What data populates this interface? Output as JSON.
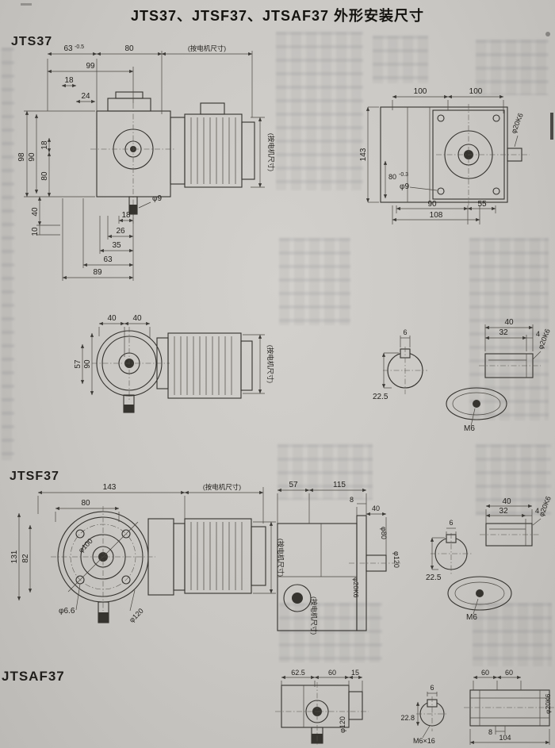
{
  "page": {
    "title": "JTS37、JTSF37、JTSAF37 外形安装尺寸"
  },
  "sections": {
    "jts37_label": "JTS37",
    "jtsf37_label": "JTSF37",
    "jtsaf37_label": "JTSAF37"
  },
  "jts37_side": {
    "w63": "63",
    "w63_tol": "-0.5",
    "w80": "80",
    "motor_note": "(按电机尺寸)",
    "w99": "99",
    "w18_top": "18",
    "w24": "24",
    "h98": "98",
    "h90": "90",
    "h18": "18",
    "h80": "80",
    "h40": "40",
    "h10": "10",
    "hole": "φ9",
    "b18": "18",
    "b26": "26",
    "b35": "35",
    "b63": "63",
    "b89": "89",
    "motor_note_v": "(按电机尺寸)"
  },
  "jts37_top": {
    "w100a": "100",
    "w100b": "100",
    "h143": "143",
    "h80": "80",
    "h80_tol": "-0.3",
    "hole": "φ9",
    "b90": "90",
    "b55": "55",
    "b108": "108",
    "shaft": "φ20K6"
  },
  "jts37_front": {
    "w40a": "40",
    "w40b": "40",
    "h57": "57",
    "h90": "90",
    "motor_note_v": "(按电机尺寸)"
  },
  "jts37_shaft": {
    "key_w": "6",
    "key_h": "22.5",
    "tap": "M6",
    "l40": "40",
    "l32": "32",
    "l4": "4",
    "dia": "φ20K6"
  },
  "jtsf37_front": {
    "w143": "143",
    "motor_note": "(按电机尺寸)",
    "w80": "80",
    "h131": "131",
    "h82": "82",
    "bc": "φ100",
    "bolt": "φ6.6",
    "flange": "φ120",
    "motor_note_v": "(按电机尺寸)"
  },
  "jtsf37_side": {
    "w57": "57",
    "w115": "115",
    "t8": "8",
    "l40": "40",
    "spigot": "φ80",
    "flange": "φ120",
    "shaft": "φ20K6",
    "motor_note_v": "(按电机尺寸)"
  },
  "jtsf37_shaft": {
    "l40": "40",
    "l32": "32",
    "l4": "4",
    "dia": "φ20K6",
    "key_w": "6",
    "key_h": "22.5",
    "tap": "M6"
  },
  "jtsaf37": {
    "w62_5": "62.5",
    "w60": "60",
    "w15": "15",
    "flange": "φ120",
    "key_w": "6",
    "key_h": "22.8",
    "tap": "M6×16",
    "r60a": "60",
    "r60b": "60",
    "t8": "8",
    "l104": "104",
    "shaft": "φ20K6"
  }
}
